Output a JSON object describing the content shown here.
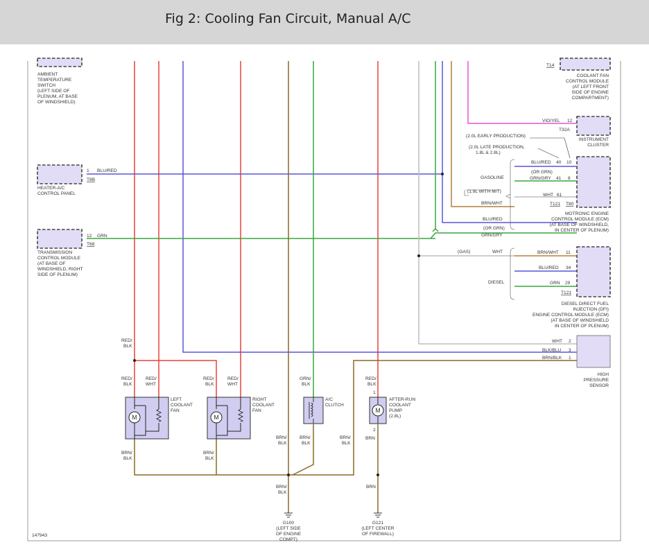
{
  "header": {
    "title": "Fig 2: Cooling Fan Circuit, Manual A/C"
  },
  "figure_number": "147943",
  "colors": {
    "red": "#e8403a",
    "purple": "#5a55d9",
    "brown": "#8a6a24",
    "green": "#3aa53a",
    "magenta": "#e255d4",
    "orange_brown": "#b57d3d",
    "gray": "#bdbdbd",
    "pink": "#f0a0ff"
  },
  "components": {
    "ambient_switch": [
      "AMBIENT",
      "TEMPERATURE",
      "SWITCH",
      "(LEFT SIDE OF",
      "PLENUM, AT BASE",
      "OF WINDSHIELD)"
    ],
    "coolant_fan_module": {
      "connector": "T14",
      "lines": [
        "COOLANT FAN",
        "CONTROL MODULE",
        "(AT LEFT FRONT",
        "SIDE OF ENGINE",
        "COMPARTMENT)"
      ]
    },
    "heater_ac_panel": {
      "pin": "1",
      "wire": "BLU/RED",
      "connector": "T8B",
      "lines": [
        "HEATER-A/C",
        "CONTROL PANEL"
      ]
    },
    "trans_module": {
      "pin": "12",
      "wire": "GRN",
      "connector": "T68",
      "lines": [
        "TRANSMISSION",
        "CONTROL MODULE",
        "(AT BASE OF",
        "WINDSHIELD, RIGHT",
        "SIDE OF PLENUM)"
      ]
    },
    "instrument_cluster": {
      "wire": "VIO/YEL",
      "pin": "12",
      "connector": "T32A",
      "lines": [
        "INSTRUMENT",
        "CLUSTER"
      ]
    },
    "ecm": {
      "note_early": "(2.0L EARLY PRODUCTION)",
      "note_late": [
        "(2.0L LATE PRODUCTION,",
        "1.8L & 2.8L)"
      ],
      "gasoline_label": "GASOLINE",
      "rows": [
        {
          "wire": "BLU/RED",
          "pin_a": "40",
          "pin_b": "10"
        },
        {
          "wire": "(OR GRN)",
          "pin_a": "",
          "pin_b": ""
        },
        {
          "wire": "GRN/GRY",
          "pin_a": "41",
          "pin_b": "8"
        },
        {
          "wire": "WHT",
          "pin_a": "61",
          "pin_b": ""
        }
      ],
      "connector_a": "T121",
      "connector_b": "T80",
      "lines": [
        "MOTRONIC ENGINE",
        "CONTROL MODULE (ECM)",
        "(AT BASE OF WINDSHIELD,",
        "IN CENTER OF PLENUM)"
      ]
    },
    "left_labels": {
      "mt_note": "(1.9L WITH M/T)",
      "brn_wht": "BRN/WHT",
      "blu_red": "BLU/RED",
      "or_grn": "(OR GRN)",
      "grn_gry": "GRN/GRY",
      "gas": "(GAS)",
      "wht": "WHT",
      "diesel": "DIESEL"
    },
    "diesel_ecm": {
      "rows": [
        {
          "wire": "BRN/WHT",
          "pin": "11"
        },
        {
          "wire": "BLU/RED",
          "pin": "34"
        },
        {
          "wire": "GRN",
          "pin": "29"
        }
      ],
      "connector": "T121",
      "lines": [
        "DIESEL DIRECT FUEL",
        "INJECTION (DFI)",
        "ENGINE CONTROL MODULE (ECM)",
        "(AT BASE OF WINDSHIELD",
        "IN CENTER OF PLENUM)"
      ]
    },
    "pressure_sensor": {
      "rows": [
        {
          "wire": "WHT",
          "pin": "2"
        },
        {
          "wire": "BLK/BLU",
          "pin": "3"
        },
        {
          "wire": "BRN/BLK",
          "pin": "1"
        }
      ],
      "lines": [
        "HIGH",
        "PRESSURE",
        "SENSOR"
      ]
    },
    "left_fan": {
      "wire_in_a": [
        "RED/",
        "BLK"
      ],
      "wire_in_b": [
        "RED/",
        "WHT"
      ],
      "wire_out": [
        "BRN/",
        "BLK"
      ],
      "lines": [
        "LEFT",
        "COOLANT",
        "FAN"
      ]
    },
    "right_fan": {
      "wire_in_a": [
        "RED/",
        "BLK"
      ],
      "wire_in_b": [
        "RED/",
        "WHT"
      ],
      "wire_out": [
        "BRN/",
        "BLK"
      ],
      "lines": [
        "RIGHT",
        "COOLANT",
        "FAN"
      ]
    },
    "ac_clutch": {
      "wire_in": [
        "GRN/",
        "BLK"
      ],
      "wire_out": [
        "BRN/",
        "BLK"
      ],
      "lines": [
        "A/C",
        "CLUTCH"
      ]
    },
    "afterrun_pump": {
      "wire_in": [
        "RED/",
        "BLK"
      ],
      "pin_in": "1",
      "pin_out": "2",
      "wire_out": "BRN",
      "lines": [
        "AFTER-RUN",
        "COOLANT",
        "PUMP",
        "(2.8L)"
      ]
    },
    "top_red_blk": [
      "RED/",
      "BLK"
    ],
    "brn_blk_mid": [
      "BRN/",
      "BLK"
    ],
    "g100": {
      "wire": [
        "BRN/",
        "BLK"
      ],
      "lines": [
        "G100",
        "(LEFT SIDE",
        "OF ENGINE",
        "COMPT)"
      ]
    },
    "g121": {
      "wire": "BRN",
      "lines": [
        "G121",
        "(LEFT CENTER",
        "OF FIREWALL)"
      ]
    },
    "motor_symbol": "M"
  }
}
